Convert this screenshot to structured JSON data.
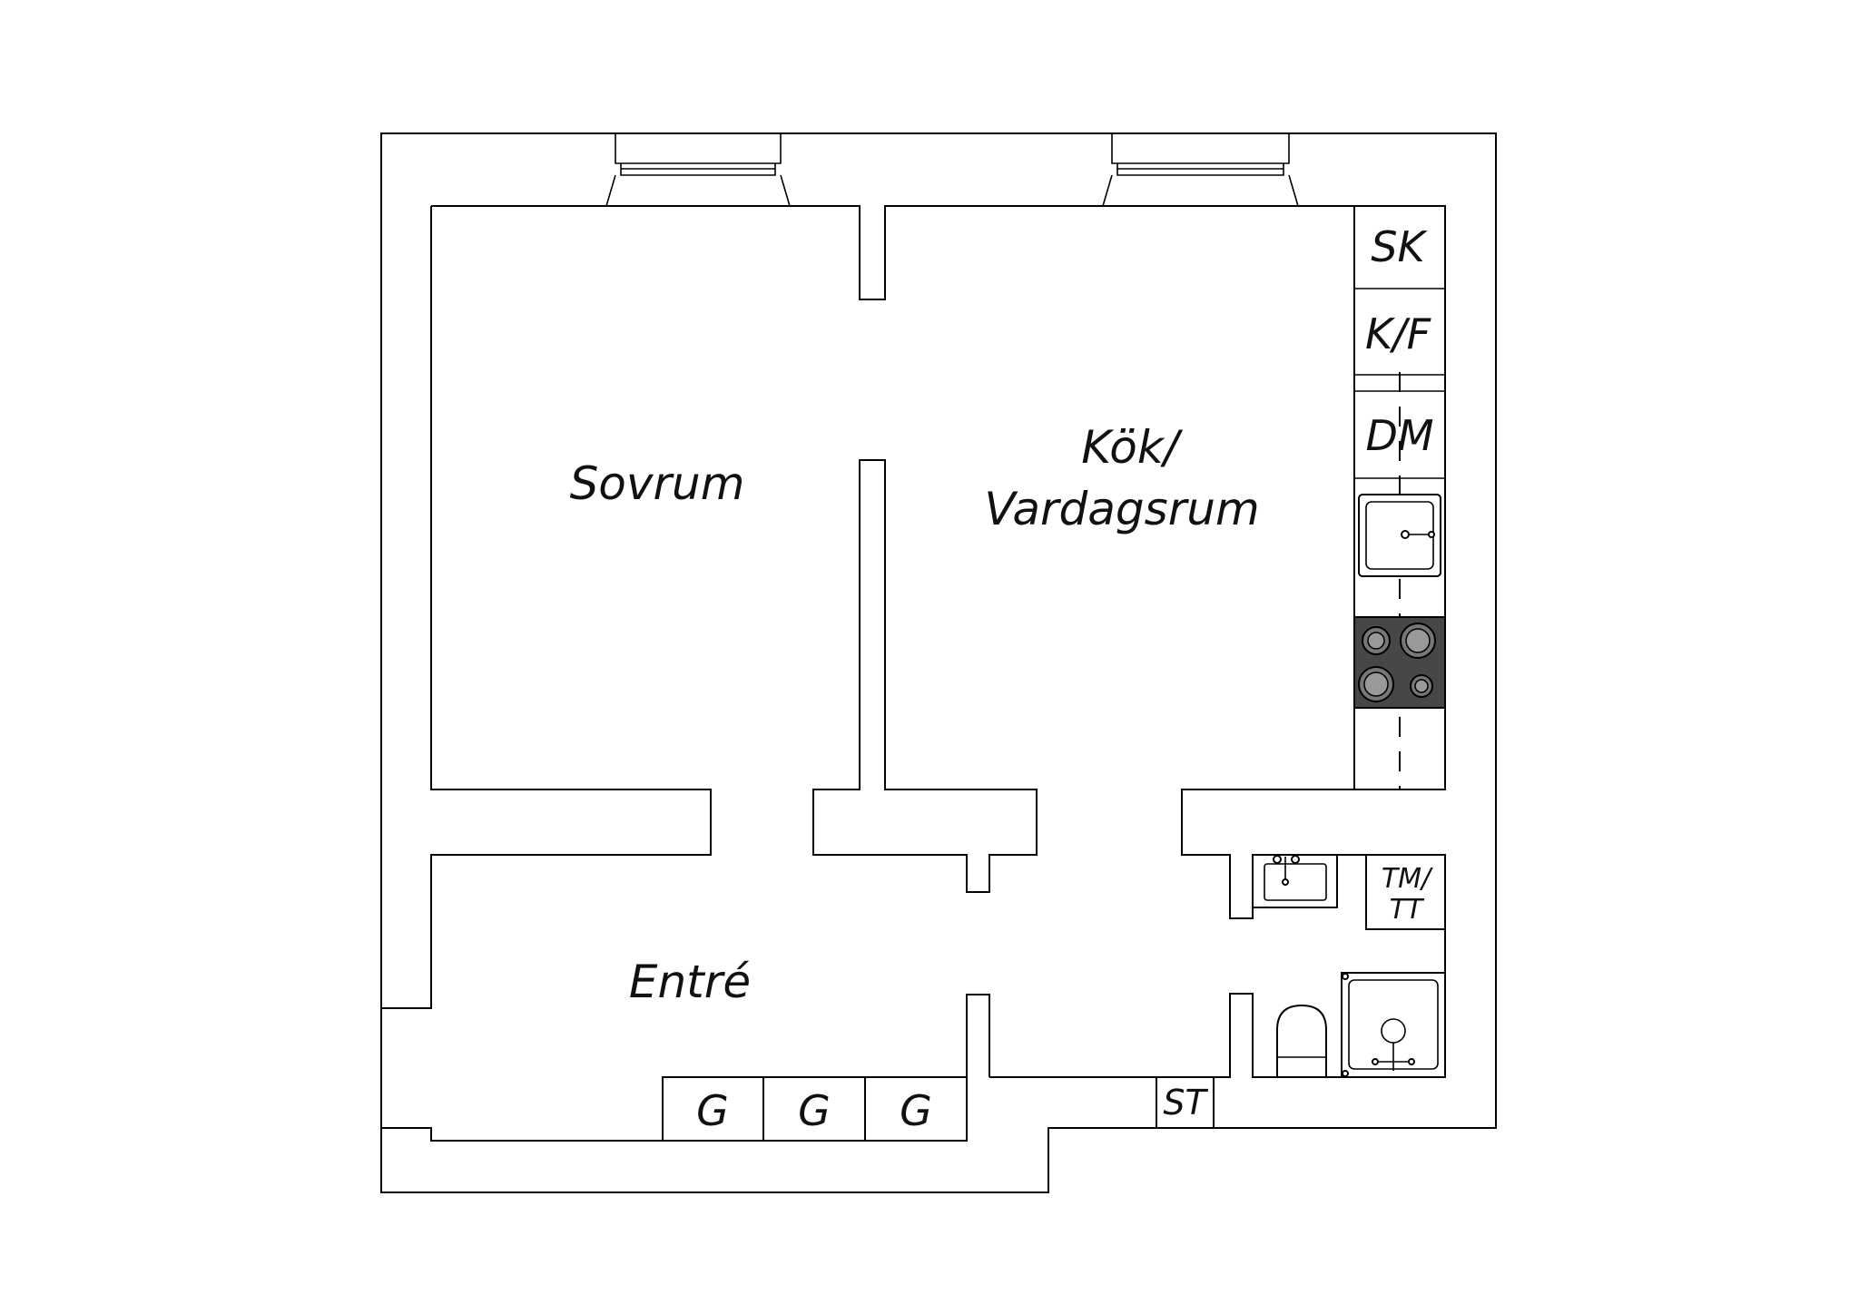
{
  "rooms": {
    "sovrum": "Sovrum",
    "kok_line1": "Kök/",
    "kok_line2": "Vardagsrum",
    "entre": "Entré"
  },
  "fixtures": {
    "sk": "SK",
    "kf": "K/F",
    "dm": "DM",
    "tm_line1": "TM/",
    "tm_line2": "TT",
    "st": "ST",
    "g1": "G",
    "g2": "G",
    "g3": "G"
  },
  "icons": {
    "kitchen_sink": "kitchen-sink-icon",
    "stove": "stove-icon",
    "bath_sink": "bathroom-sink-icon",
    "toilet": "toilet-icon",
    "shower": "shower-icon",
    "window": "window-icon"
  },
  "colors": {
    "line": "#000000",
    "stove_fill": "#474747",
    "background": "#ffffff"
  }
}
